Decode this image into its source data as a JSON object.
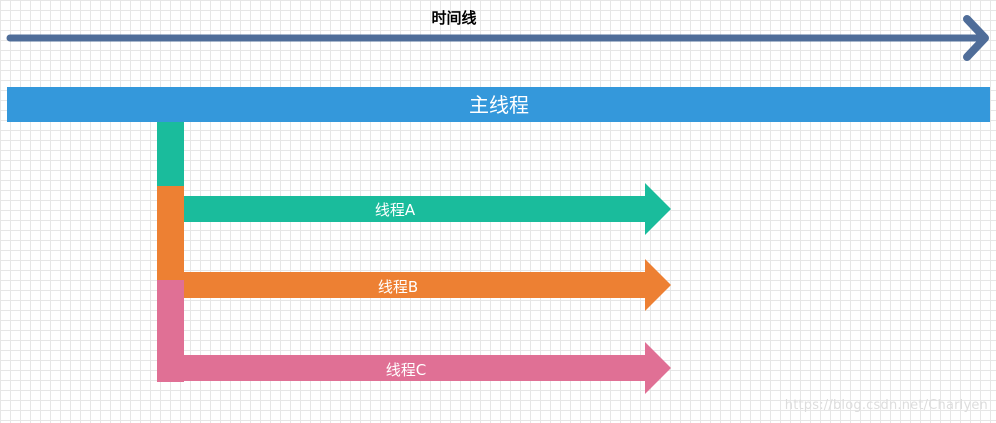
{
  "timeline": {
    "label": "时间线",
    "color": "#4f6d99"
  },
  "main_thread": {
    "label": "主线程",
    "color": "#3498db"
  },
  "threads": [
    {
      "label": "线程A",
      "color": "#1abc9c"
    },
    {
      "label": "线程B",
      "color": "#ed8033"
    },
    {
      "label": "线程C",
      "color": "#e07095"
    }
  ],
  "watermark": "https://blog.csdn.net/Charlyen"
}
